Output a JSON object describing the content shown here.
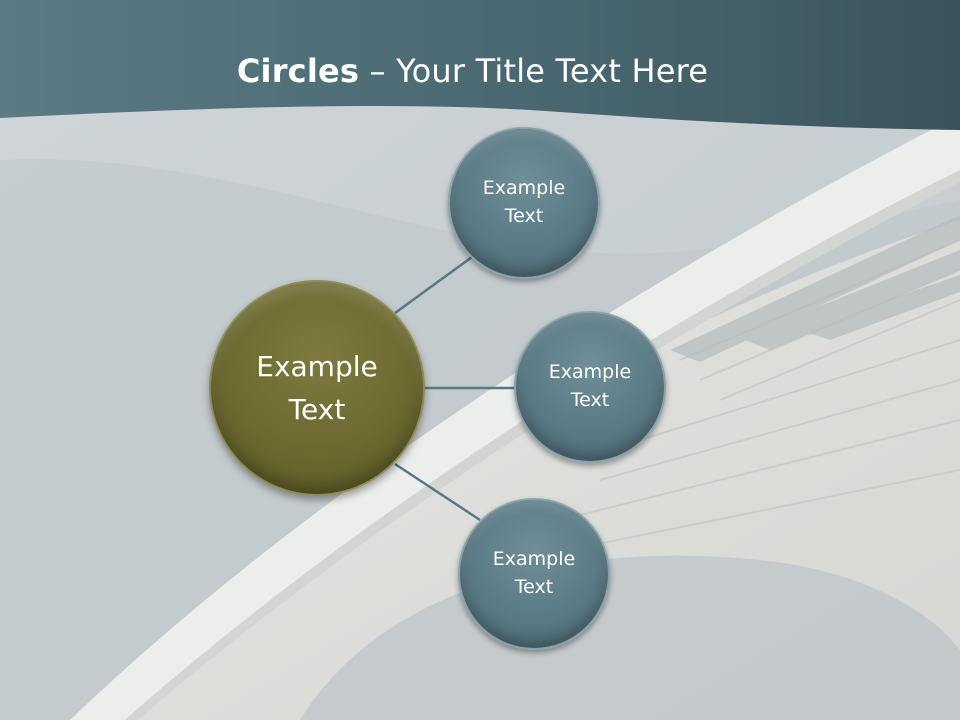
{
  "slide": {
    "title_bold": "Circles",
    "title_rest": " – Your Title Text Here",
    "colors": {
      "header": "#3f5f68",
      "center_circle": "#6c6a31",
      "outer_circle": "#5a7a85",
      "connector": "#567a84"
    }
  },
  "diagram": {
    "center": {
      "label": "Example\nText"
    },
    "nodes": [
      {
        "label": "Example\nText"
      },
      {
        "label": "Example\nText"
      },
      {
        "label": "Example\nText"
      }
    ]
  }
}
